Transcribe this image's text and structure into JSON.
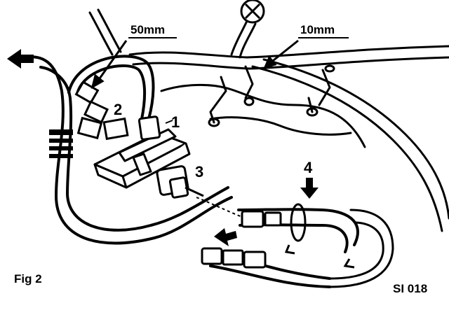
{
  "figure": {
    "caption": "Fig 2",
    "code": "SI 018"
  },
  "dimensions": {
    "left": "50mm",
    "right": "10mm"
  },
  "callouts": [
    "1",
    "2",
    "3",
    "4"
  ],
  "colors": {
    "ink": "#000000",
    "paper": "#ffffff"
  }
}
